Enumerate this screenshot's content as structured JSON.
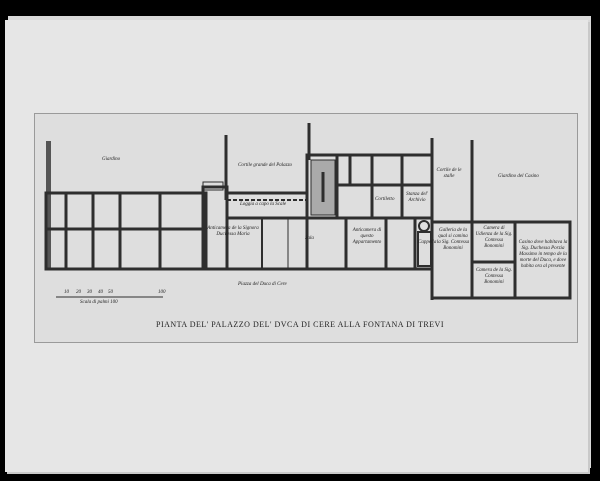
{
  "print": {
    "title": "PIANTA DEL' PALAZZO DEL' DVCA DI CERE ALLA FONTANA DI TREVI",
    "paper_color": "#e6e6e6",
    "ink_color": "#333333",
    "background_color": "#000000"
  },
  "plan": {
    "labels": {
      "giardino": "Giardino",
      "cortile_grande": "Cortile grande del Palazzo",
      "loggia": "Loggia a capo la Scale",
      "cortiletto": "Cortiletto",
      "stanza_archivio": "Stanza del' Archivio",
      "cortile_stalle": "Cortile de le stalle",
      "giardino_casino": "Giardino del Casino",
      "anticamera_signora": "Anticamera de la Signora Duchessa Maria",
      "sala": "Sala",
      "anticamera_appartamento": "Anticamera di questo Appartamento",
      "cappella": "Cappella",
      "galleria": "Galleria de la qual si camina la Sig. Contessa Bonomini",
      "camera_udienza": "Camera di Udienza de la Sig. Contessa Bonomini",
      "camera_contessa": "Camera de la Sig. Contessa Bonomini",
      "casino": "Casino dove habitava la Sig. Duchessa Porzia Massimo in tempo de la morte del Duca, e dove habita ora al presente",
      "piazza": "Piazza del Duca di Cere"
    },
    "scale": {
      "label": "Scala di palmi 100",
      "ticks": [
        "10",
        "20",
        "30",
        "40",
        "50",
        "100"
      ]
    }
  }
}
